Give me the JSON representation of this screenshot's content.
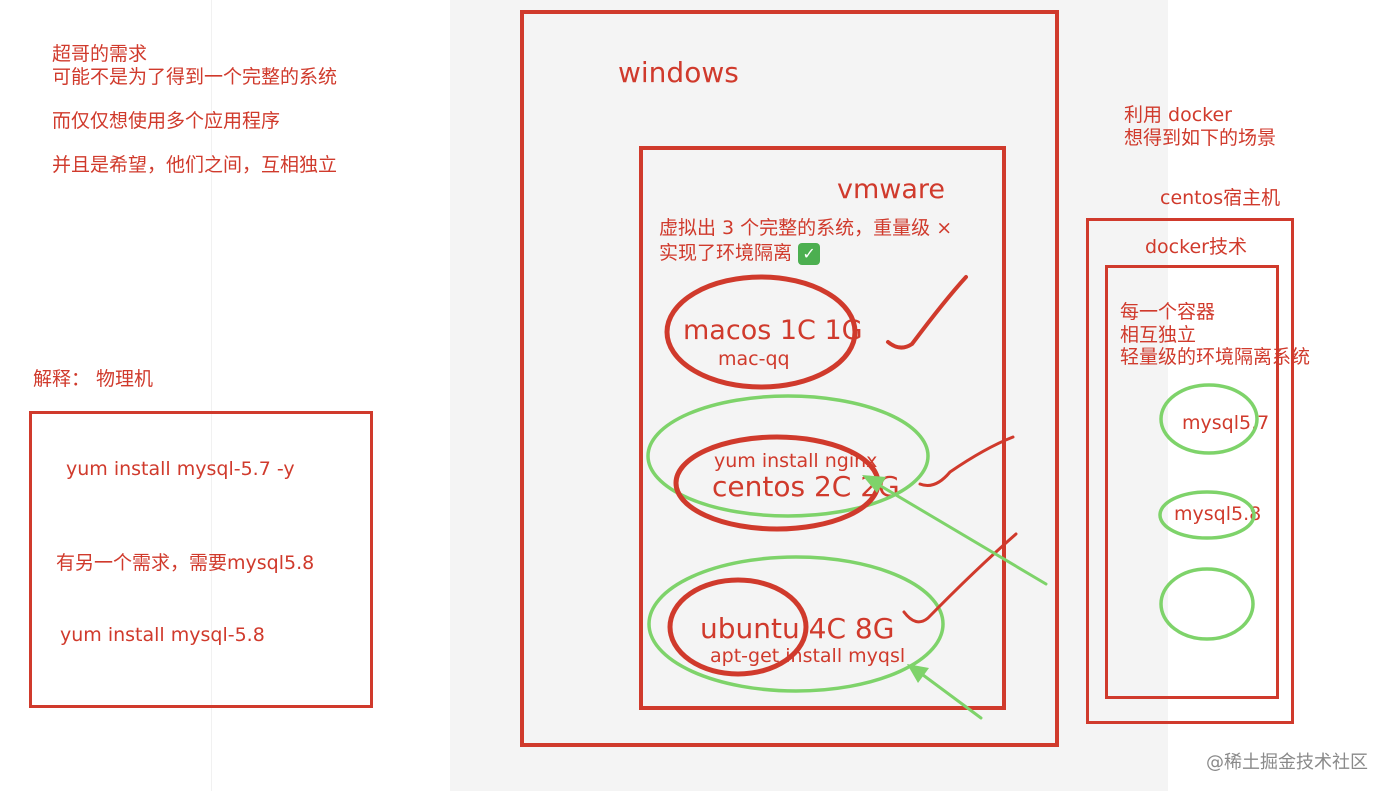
{
  "left_notes": {
    "need_title": "超哥的需求",
    "need_line1": "可能不是为了得到一个完整的系统",
    "need_line2": "而仅仅想使用多个应用程序",
    "need_line3": "并且是希望，他们之间，互相独立"
  },
  "physical": {
    "caption": "解释： 物理机",
    "cmd1": "yum install  mysql-5.7 -y",
    "note": "有另一个需求，需要mysql5.8",
    "cmd2": "yum install mysql-5.8"
  },
  "vm_diagram": {
    "windows_label": "windows",
    "vmware_label": "vmware",
    "desc_line1": "虚拟出 3 个完整的系统，重量级 ×",
    "desc_line2": "实现了环境隔离",
    "check_icon": "✅",
    "vm1_title": "macos 1C 1G",
    "vm1_sub": "mac-qq",
    "vm2_sub": "yum install nginx",
    "vm2_title": "centos 2C 2G",
    "vm3_title": "ubuntu 4C 8G",
    "vm3_sub": "apt-get install myqsl"
  },
  "docker_diagram": {
    "intro_line1": "利用 docker",
    "intro_line2": "想得到如下的场景",
    "host_label": "centos宿主机",
    "tech_label": "docker技术",
    "desc_line1": "每一个容器",
    "desc_line2": "相互独立",
    "desc_line3": "轻量级的环境隔离系统",
    "container1": "mysql5.7",
    "container2": "mysql5.8",
    "container3": ""
  },
  "watermark": "@稀土掘金技术社区",
  "colors": {
    "red": "#d03a2c",
    "green": "#7ed36a",
    "panel": "#f4f4f4"
  }
}
